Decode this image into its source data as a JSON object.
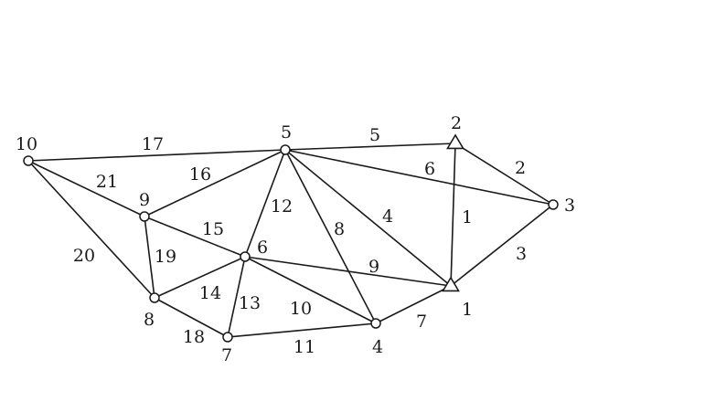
{
  "nodes": [
    {
      "id": "1",
      "label": "1",
      "shape": "triangle"
    },
    {
      "id": "2",
      "label": "2",
      "shape": "triangle"
    },
    {
      "id": "3",
      "label": "3",
      "shape": "circle"
    },
    {
      "id": "4",
      "label": "4",
      "shape": "circle"
    },
    {
      "id": "5",
      "label": "5",
      "shape": "circle"
    },
    {
      "id": "6",
      "label": "6",
      "shape": "circle"
    },
    {
      "id": "7",
      "label": "7",
      "shape": "circle"
    },
    {
      "id": "8",
      "label": "8",
      "shape": "circle"
    },
    {
      "id": "9",
      "label": "9",
      "shape": "circle"
    },
    {
      "id": "10",
      "label": "10",
      "shape": "circle"
    }
  ],
  "edges": [
    {
      "label": "1",
      "from": "1",
      "to": "2"
    },
    {
      "label": "2",
      "from": "2",
      "to": "3"
    },
    {
      "label": "3",
      "from": "3",
      "to": "1"
    },
    {
      "label": "4",
      "from": "5",
      "to": "1"
    },
    {
      "label": "5",
      "from": "5",
      "to": "2"
    },
    {
      "label": "6",
      "from": "5",
      "to": "3"
    },
    {
      "label": "7",
      "from": "4",
      "to": "1"
    },
    {
      "label": "8",
      "from": "5",
      "to": "4"
    },
    {
      "label": "9",
      "from": "6",
      "to": "1"
    },
    {
      "label": "10",
      "from": "6",
      "to": "4"
    },
    {
      "label": "11",
      "from": "7",
      "to": "4"
    },
    {
      "label": "12",
      "from": "6",
      "to": "5"
    },
    {
      "label": "13",
      "from": "6",
      "to": "7"
    },
    {
      "label": "14",
      "from": "8",
      "to": "6"
    },
    {
      "label": "15",
      "from": "9",
      "to": "6"
    },
    {
      "label": "16",
      "from": "9",
      "to": "5"
    },
    {
      "label": "17",
      "from": "10",
      "to": "5"
    },
    {
      "label": "18",
      "from": "8",
      "to": "7"
    },
    {
      "label": "19",
      "from": "9",
      "to": "8"
    },
    {
      "label": "20",
      "from": "10",
      "to": "8"
    },
    {
      "label": "21",
      "from": "10",
      "to": "9"
    }
  ]
}
